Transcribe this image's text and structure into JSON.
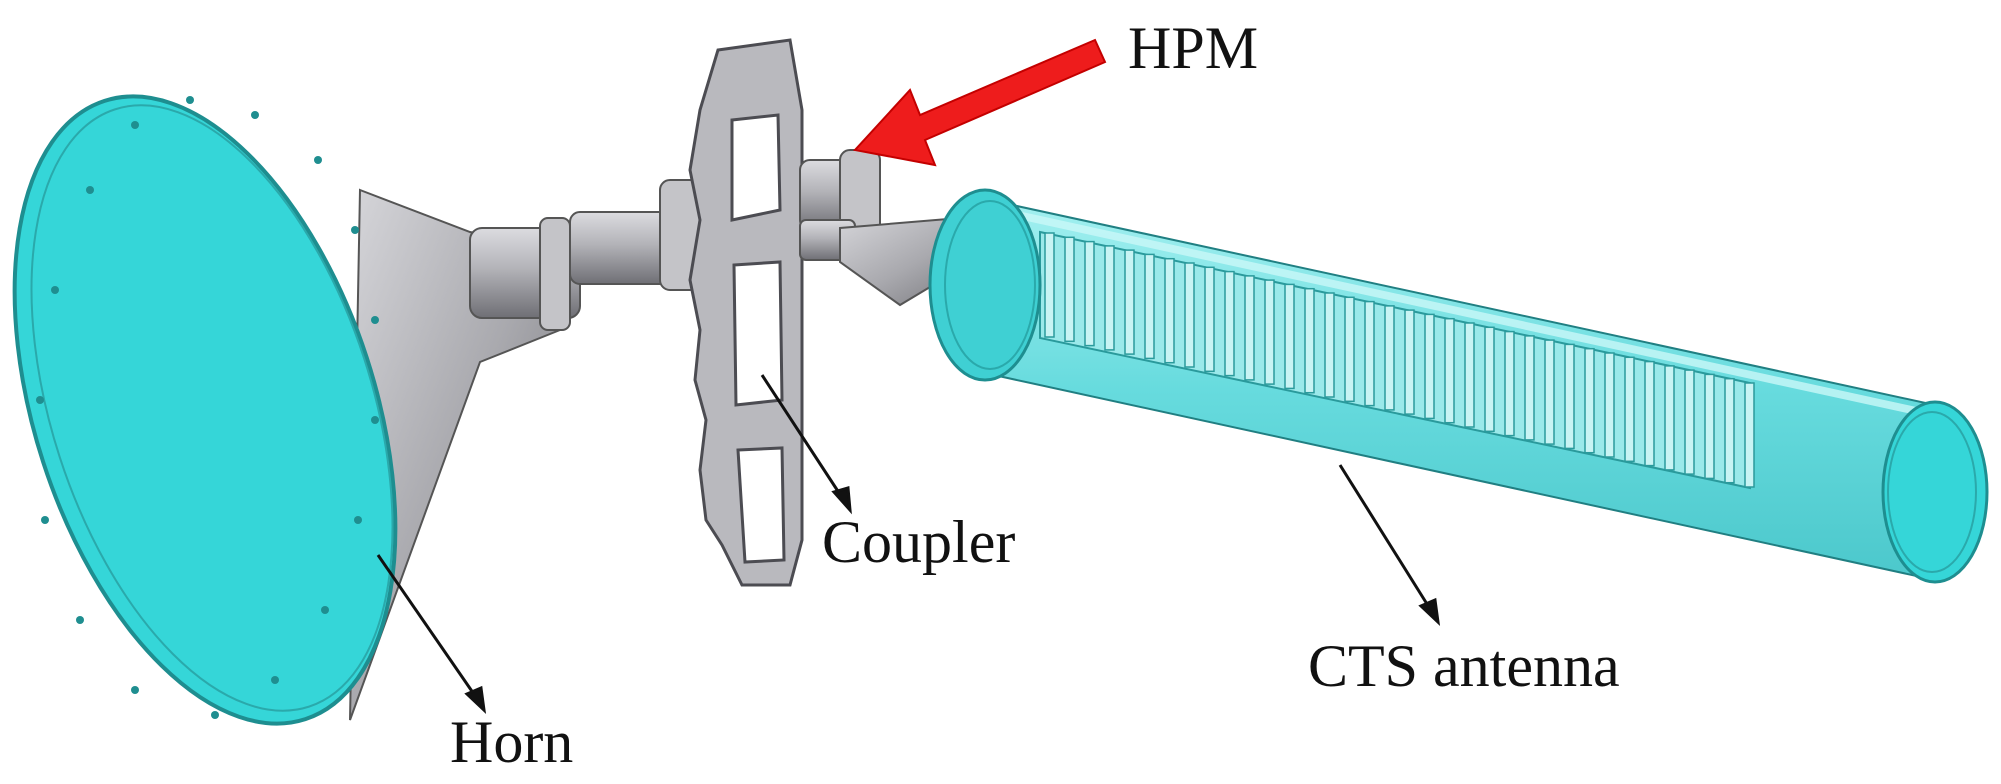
{
  "labels": {
    "hpm": "HPM",
    "coupler": "Coupler",
    "cts_antenna": "CTS antenna",
    "horn": "Horn"
  },
  "colors": {
    "cyan_face": "#35d6d8",
    "cyan_glass": "#7fe3e6",
    "metal": "#b5b5ba",
    "metal_dark": "#77777d",
    "arrow_red": "#ee1c1c",
    "line": "#111111"
  }
}
